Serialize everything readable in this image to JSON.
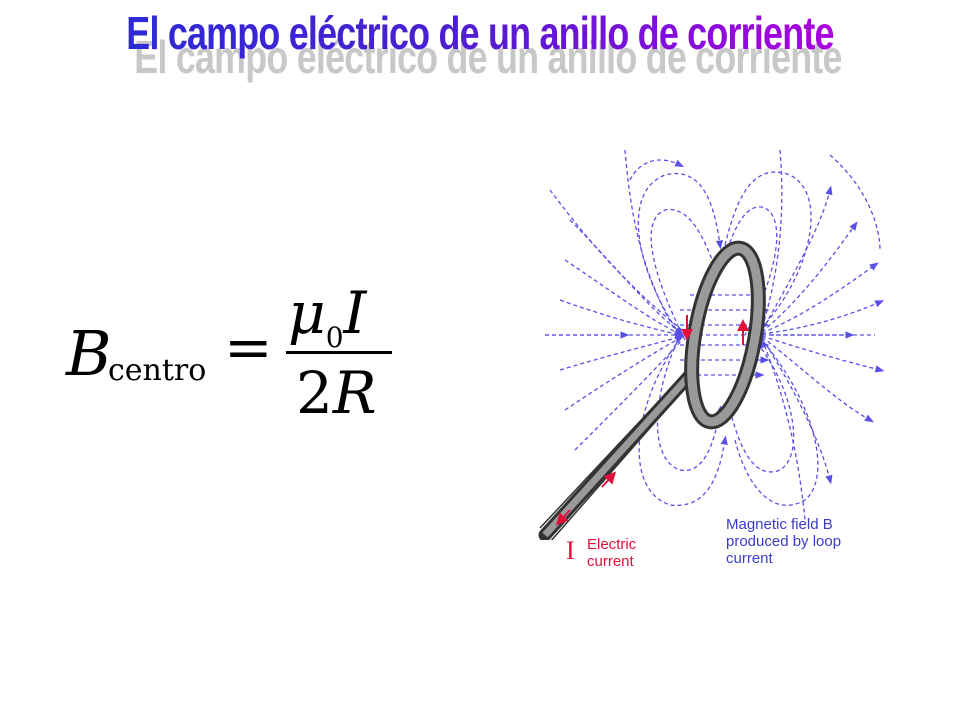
{
  "slide": {
    "title": "El campo eléctrico de un anillo de corriente"
  },
  "formula": {
    "lhs_symbol": "B",
    "lhs_subscript": "centro",
    "equals": "=",
    "numerator_symbol": "μ",
    "numerator_subscript": "0",
    "numerator_current": "I",
    "denominator_coeff": "2",
    "denominator_symbol": "R"
  },
  "diagram": {
    "current_symbol": "I",
    "current_label": "Electric current",
    "field_label": "Magnetic field B produced by loop current",
    "colors": {
      "field_lines": "#5a4fe6",
      "current_arrows": "#e0103a",
      "wire_outer": "#333333",
      "wire_inner": "#9a9a9a"
    }
  }
}
